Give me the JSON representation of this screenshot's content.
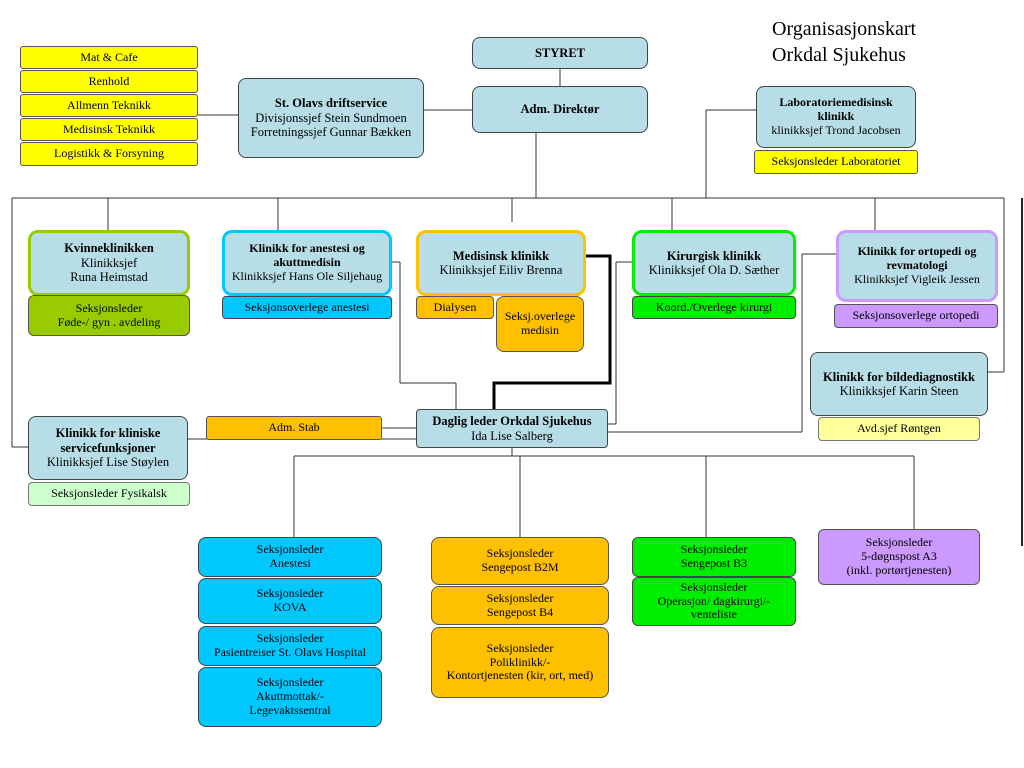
{
  "title": {
    "line1": "Organisasjonskart",
    "line2": "Orkdal Sjukehus"
  },
  "top": {
    "styret": "STYRET",
    "adm_direktor": "Adm. Direktør",
    "driftservice": {
      "name": "St. Olavs driftservice",
      "line2": "Divisjonssjef Stein Sundmoen",
      "line3": "Forretningssjef Gunnar Bækken"
    },
    "service_units": [
      "Mat & Cafe",
      "Renhold",
      "Allmenn Teknikk",
      "Medisinsk Teknikk",
      "Logistikk & Forsyning"
    ],
    "lab": {
      "name": "Laboratoriemedisinsk klinikk",
      "line2": "klinikksjef Trond Jacobsen",
      "sub": "Seksjonsleder Laboratoriet"
    }
  },
  "clinics": {
    "kvinne": {
      "name": "Kvinneklinikken",
      "line2": "Klinikksjef",
      "line3": "Runa Heimstad",
      "sub_line1": "Seksjonsleder",
      "sub_line2": "Føde-/ gyn . avdeling"
    },
    "anestesi": {
      "name": "Klinikk for anestesi og akuttmedisin",
      "line2": "Klinikksjef Hans Ole Siljehaug",
      "sub": "Seksjonsoverlege anestesi"
    },
    "medisinsk": {
      "name": "Medisinsk klinikk",
      "line2": "Klinikksjef Eiliv Brenna",
      "sub1": "Dialysen",
      "sub2": "Seksj.overlege medisin"
    },
    "kirurgisk": {
      "name": "Kirurgisk klinikk",
      "line2": "Klinikksjef Ola D. Sæther",
      "sub": "Koord./Overlege kirurgi"
    },
    "ortopedi": {
      "name": "Klinikk for ortopedi og revmatologi",
      "line2": "Klinikksjef Vigleik Jessen",
      "sub": "Seksjonsoverlege ortopedi"
    },
    "bildediag": {
      "name": "Klinikk for bildediagnostikk",
      "line2": "Klinikksjef Karin Steen",
      "sub": "Avd.sjef Røntgen"
    },
    "service": {
      "name": "Klinikk for kliniske servicefunksjoner",
      "line2": "Klinikksjef Lise Støylen",
      "sub": "Seksjonsleder Fysikalsk"
    }
  },
  "center": {
    "leader": {
      "name": "Daglig leder Orkdal Sjukehus",
      "line2": "Ida Lise Salberg"
    },
    "stab": "Adm. Stab"
  },
  "sections": {
    "col1": [
      {
        "l1": "Seksjonsleder",
        "l2": "Anestesi"
      },
      {
        "l1": "Seksjonsleder",
        "l2": "KOVA"
      },
      {
        "l1": "Seksjonsleder",
        "l2": "Pasientreiser St. Olavs Hospital"
      },
      {
        "l1": "Seksjonsleder",
        "l2": "Akuttmottak/-",
        "l3": "Legevaktssentral"
      }
    ],
    "col2": [
      {
        "l1": "Seksjonsleder",
        "l2": "Sengepost B2M"
      },
      {
        "l1": "Seksjonsleder",
        "l2": "Sengepost B4"
      },
      {
        "l1": "Seksjonsleder",
        "l2": "Poliklinikk/-",
        "l3": "Kontortjenesten (kir, ort, med)"
      }
    ],
    "col3": [
      {
        "l1": "Seksjonsleder",
        "l2": "Sengepost B3"
      },
      {
        "l1": "Seksjonsleder",
        "l2": "Operasjon/ dagkirurgi/-",
        "l3": "venteliste"
      }
    ],
    "col4": {
      "l1": "Seksjonsleder",
      "l2": "5-døgnspost A3",
      "l3": "(inkl. portørtjenesten)"
    }
  },
  "colors": {
    "yellow": "#ffff00",
    "teal": "#b7dde6",
    "cyan": "#00c8ff",
    "orange": "#ffc000",
    "green": "#00ee00",
    "lilac": "#cc99ff",
    "light_yellow": "#ffff99",
    "light_green": "#ccffcc",
    "olive": "#99cc00"
  }
}
